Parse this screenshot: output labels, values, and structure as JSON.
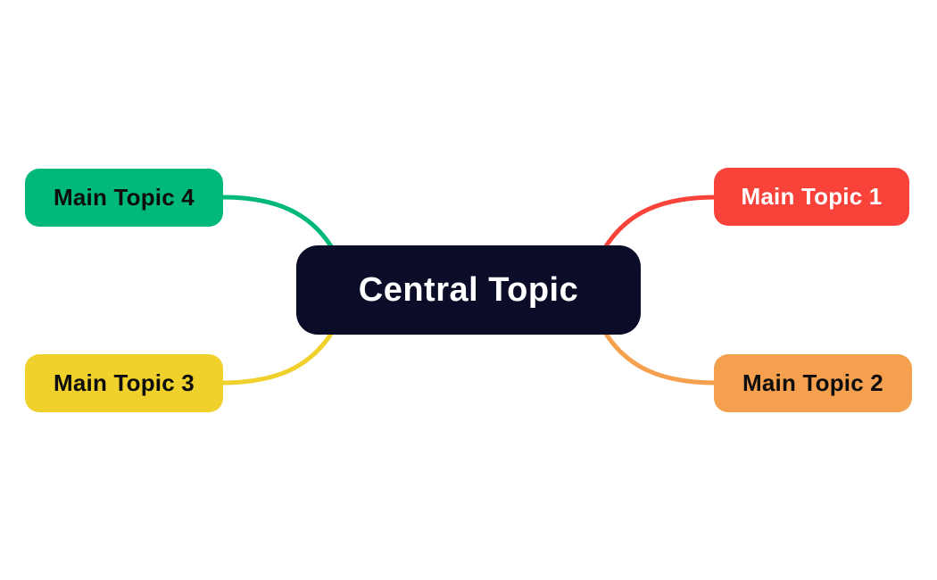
{
  "diagram": {
    "type": "mindmap",
    "background": "#ffffff",
    "central": {
      "label": "Central Topic",
      "bg": "#0b0c28",
      "text_color": "#ffffff"
    },
    "topics": [
      {
        "label": "Main Topic 1",
        "color": "#f9423a",
        "text_color": "#ffffff",
        "position": "top-right"
      },
      {
        "label": "Main Topic 2",
        "color": "#f5a04e",
        "text_color": "#0d0d0d",
        "position": "bottom-right"
      },
      {
        "label": "Main Topic 3",
        "color": "#f0d02a",
        "text_color": "#0d0d0d",
        "position": "bottom-left"
      },
      {
        "label": "Main Topic 4",
        "color": "#00b878",
        "text_color": "#0d0d0d",
        "position": "top-left"
      }
    ]
  }
}
